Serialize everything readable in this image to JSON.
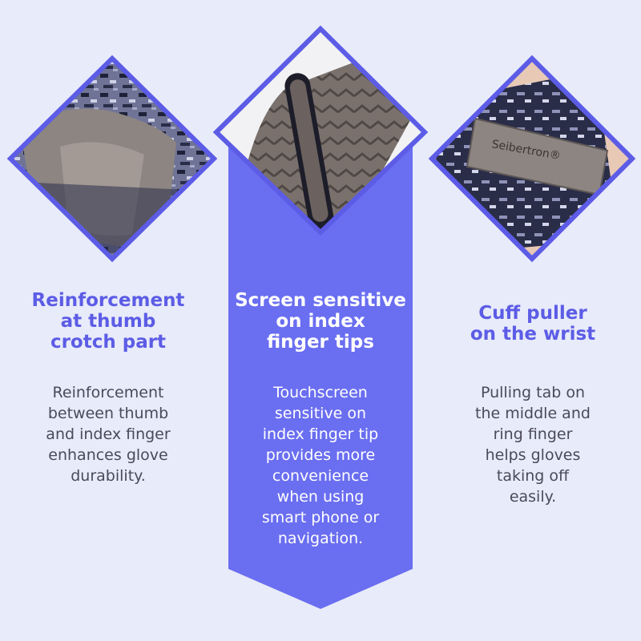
{
  "colors": {
    "background": "#e8ebf9",
    "accent": "#5c5ce6",
    "center_column": "#6a6ef0",
    "frame_border": "#5c5ce6",
    "text_dark": "#4a4a5a",
    "text_light": "#ffffff"
  },
  "features": [
    {
      "title": "Reinforcement at thumb crotch part",
      "title_lines": [
        "Reinforcement",
        "at thumb",
        "crotch part"
      ],
      "description": "Reinforcement between thumb and index finger enhances glove durability.",
      "description_lines": [
        "Reinforcement",
        "between thumb",
        "and index finger",
        "enhances glove",
        "durability."
      ]
    },
    {
      "title": "Screen sensitive on index finger tips",
      "title_lines": [
        "Screen sensitive",
        "on index",
        "finger tips"
      ],
      "description": "Touchscreen sensitive on index finger tip provides more convenience when using smart phone or navigation.",
      "description_lines": [
        "Touchscreen",
        "sensitive on",
        "index finger tip",
        "provides more",
        "convenience",
        "when using",
        "smart phone or",
        "navigation."
      ]
    },
    {
      "title": "Cuff puller on the wrist",
      "title_lines": [
        "Cuff puller",
        "on the wrist"
      ],
      "description": "Pulling tab on the middle and ring finger helps gloves taking off easily.",
      "description_lines": [
        "Pulling tab on",
        "the middle and",
        "ring finger",
        "helps gloves",
        "taking off",
        "easily."
      ]
    }
  ],
  "logo": {
    "text": "Seibertron®"
  },
  "icons": {
    "left_photo": "glove-thumb-reinforcement-photo",
    "center_photo": "glove-touchscreen-fingertip-photo",
    "right_photo": "glove-wrist-cuff-photo"
  }
}
